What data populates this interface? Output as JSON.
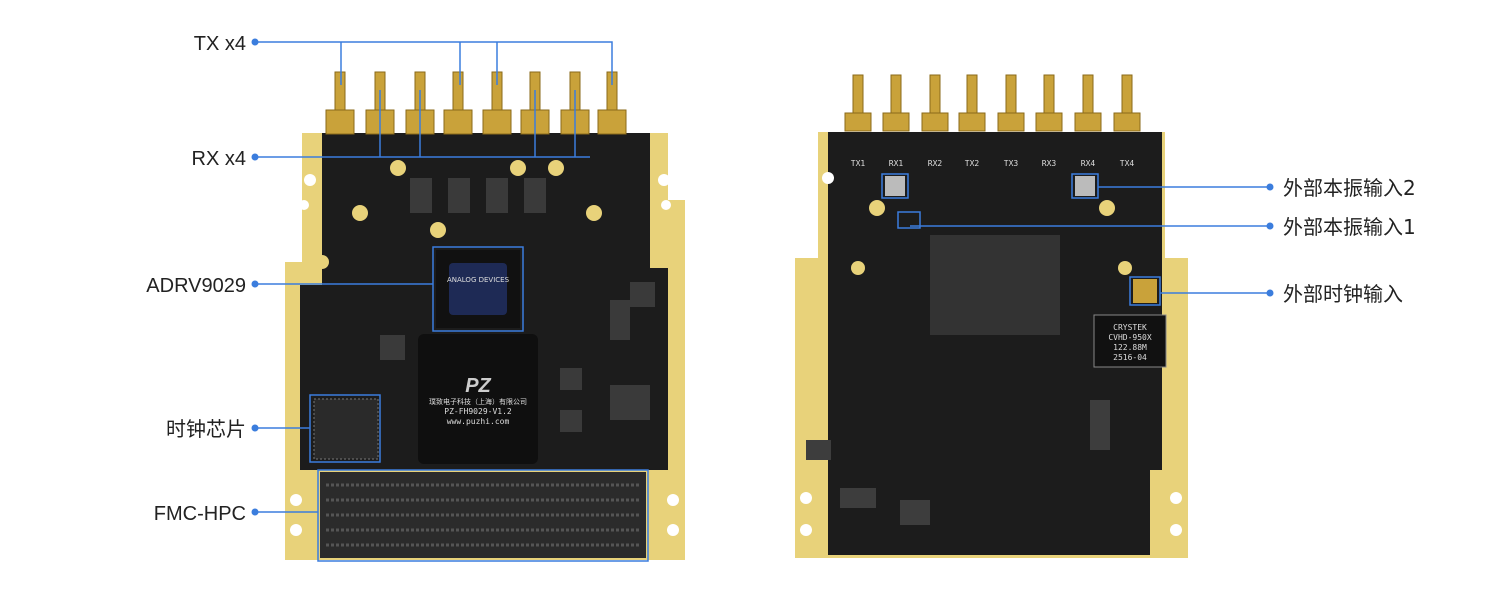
{
  "callouts_left": {
    "tx": "TX x4",
    "rx": "RX x4",
    "chip": "ADRV9029",
    "clock_chip": "时钟芯片",
    "fmc": "FMC-HPC"
  },
  "callouts_right": {
    "lo2": "外部本振输入2",
    "lo1": "外部本振输入1",
    "ext_clock": "外部时钟输入"
  },
  "board_front": {
    "company": "璞致电子科技（上海）有限公司",
    "model": "PZ-FH9029-V1.2",
    "website": "www.puzhi.com",
    "logo": "PZ",
    "chip_marking": "ANALOG DEVICES"
  },
  "board_back": {
    "port_labels": [
      "TX1",
      "RX1",
      "RX2",
      "TX2",
      "TX3",
      "RX3",
      "RX4",
      "TX4"
    ],
    "oscillator": [
      "CRYSTEK",
      "CVHD-950X",
      "122.88M",
      "2516-04"
    ]
  },
  "colors": {
    "callout": "#3b7ddd",
    "gold": "#e8d27a",
    "pcb": "#1a1a1a"
  }
}
